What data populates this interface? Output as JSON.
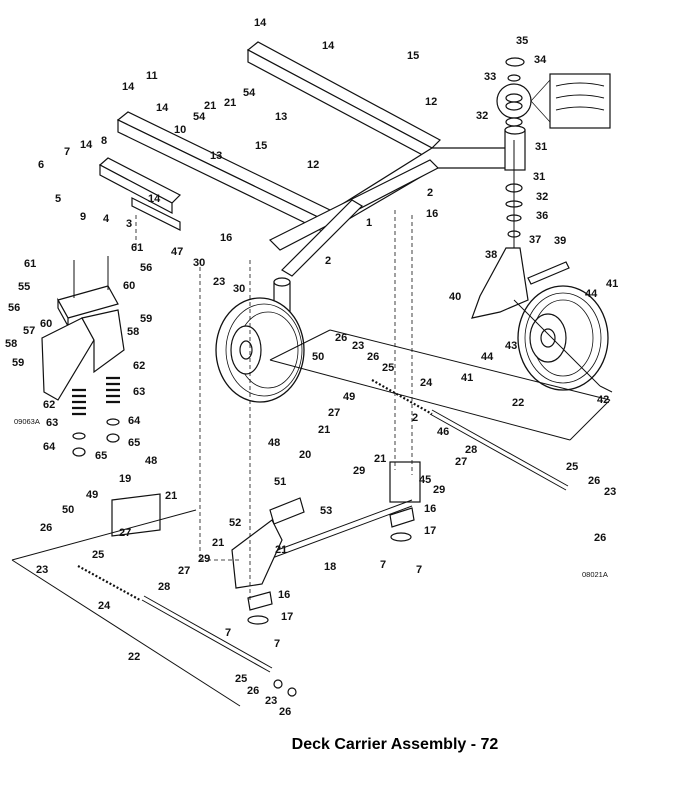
{
  "caption": "Deck Carrier Assembly - 72",
  "ref_codes": {
    "left": "09063A",
    "right": "08021A"
  },
  "callouts": [
    {
      "id": "c14a",
      "text": "14"
    },
    {
      "id": "c14b",
      "text": "14"
    },
    {
      "id": "c15a",
      "text": "15"
    },
    {
      "id": "c35",
      "text": "35"
    },
    {
      "id": "c34",
      "text": "34"
    },
    {
      "id": "c11",
      "text": "11"
    },
    {
      "id": "c14c",
      "text": "14"
    },
    {
      "id": "c21a",
      "text": "21"
    },
    {
      "id": "c21b",
      "text": "21"
    },
    {
      "id": "c54a",
      "text": "54"
    },
    {
      "id": "c12a",
      "text": "12"
    },
    {
      "id": "c33",
      "text": "33"
    },
    {
      "id": "c14d",
      "text": "14"
    },
    {
      "id": "c54b",
      "text": "54"
    },
    {
      "id": "c13a",
      "text": "13"
    },
    {
      "id": "c10",
      "text": "10"
    },
    {
      "id": "c32a",
      "text": "32"
    },
    {
      "id": "c7a",
      "text": "7"
    },
    {
      "id": "c14e",
      "text": "14"
    },
    {
      "id": "c8",
      "text": "8"
    },
    {
      "id": "c13b",
      "text": "13"
    },
    {
      "id": "c15b",
      "text": "15"
    },
    {
      "id": "c31a",
      "text": "31"
    },
    {
      "id": "c6",
      "text": "6"
    },
    {
      "id": "c12b",
      "text": "12"
    },
    {
      "id": "c31b",
      "text": "31"
    },
    {
      "id": "c2a",
      "text": "2"
    },
    {
      "id": "c5",
      "text": "5"
    },
    {
      "id": "c14f",
      "text": "14"
    },
    {
      "id": "c32b",
      "text": "32"
    },
    {
      "id": "c9",
      "text": "9"
    },
    {
      "id": "c4",
      "text": "4"
    },
    {
      "id": "c3",
      "text": "3"
    },
    {
      "id": "c16a",
      "text": "16"
    },
    {
      "id": "c36",
      "text": "36"
    },
    {
      "id": "c1",
      "text": "1"
    },
    {
      "id": "c37",
      "text": "37"
    },
    {
      "id": "c39",
      "text": "39"
    },
    {
      "id": "c16b",
      "text": "16"
    },
    {
      "id": "c47",
      "text": "47"
    },
    {
      "id": "c61a",
      "text": "61"
    },
    {
      "id": "c61b",
      "text": "61"
    },
    {
      "id": "c30a",
      "text": "30"
    },
    {
      "id": "c38",
      "text": "38"
    },
    {
      "id": "c2b",
      "text": "2"
    },
    {
      "id": "c56a",
      "text": "56"
    },
    {
      "id": "c23a",
      "text": "23"
    },
    {
      "id": "c30b",
      "text": "30"
    },
    {
      "id": "c41a",
      "text": "41"
    },
    {
      "id": "c55",
      "text": "55"
    },
    {
      "id": "c60a",
      "text": "60"
    },
    {
      "id": "c40",
      "text": "40"
    },
    {
      "id": "c44a",
      "text": "44"
    },
    {
      "id": "c56b",
      "text": "56"
    },
    {
      "id": "c60b",
      "text": "60"
    },
    {
      "id": "c59a",
      "text": "59"
    },
    {
      "id": "c58a",
      "text": "58"
    },
    {
      "id": "c57",
      "text": "57"
    },
    {
      "id": "c26a",
      "text": "26"
    },
    {
      "id": "c23b",
      "text": "23"
    },
    {
      "id": "c43",
      "text": "43"
    },
    {
      "id": "c58b",
      "text": "58"
    },
    {
      "id": "c50a",
      "text": "50"
    },
    {
      "id": "c26b",
      "text": "26"
    },
    {
      "id": "c44b",
      "text": "44"
    },
    {
      "id": "c62a",
      "text": "62"
    },
    {
      "id": "c59b",
      "text": "59"
    },
    {
      "id": "c25a",
      "text": "25"
    },
    {
      "id": "c41b",
      "text": "41"
    },
    {
      "id": "c24a",
      "text": "24"
    },
    {
      "id": "c63a",
      "text": "63"
    },
    {
      "id": "c49a",
      "text": "49"
    },
    {
      "id": "c42",
      "text": "42"
    },
    {
      "id": "c62b",
      "text": "62"
    },
    {
      "id": "c22a",
      "text": "22"
    },
    {
      "id": "c63b",
      "text": "63"
    },
    {
      "id": "c27a",
      "text": "27"
    },
    {
      "id": "c64a",
      "text": "64"
    },
    {
      "id": "c21c",
      "text": "21"
    },
    {
      "id": "c46",
      "text": "46"
    },
    {
      "id": "c2c",
      "text": "2"
    },
    {
      "id": "c48a",
      "text": "48"
    },
    {
      "id": "c64b",
      "text": "64"
    },
    {
      "id": "c65a",
      "text": "65"
    },
    {
      "id": "c28a",
      "text": "28"
    },
    {
      "id": "c65b",
      "text": "65"
    },
    {
      "id": "c20",
      "text": "20"
    },
    {
      "id": "c27b",
      "text": "27"
    },
    {
      "id": "c21d",
      "text": "21"
    },
    {
      "id": "c29a",
      "text": "29"
    },
    {
      "id": "c45",
      "text": "45"
    },
    {
      "id": "c29b",
      "text": "29"
    },
    {
      "id": "c25b",
      "text": "25"
    },
    {
      "id": "c19",
      "text": "19"
    },
    {
      "id": "c48b",
      "text": "48"
    },
    {
      "id": "c26c",
      "text": "26"
    },
    {
      "id": "c23c",
      "text": "23"
    },
    {
      "id": "c49b",
      "text": "49"
    },
    {
      "id": "c21e",
      "text": "21"
    },
    {
      "id": "c51",
      "text": "51"
    },
    {
      "id": "c16c",
      "text": "16"
    },
    {
      "id": "c53",
      "text": "53"
    },
    {
      "id": "c50b",
      "text": "50"
    },
    {
      "id": "c27c",
      "text": "27"
    },
    {
      "id": "c26d",
      "text": "26"
    },
    {
      "id": "c17a",
      "text": "17"
    },
    {
      "id": "c52",
      "text": "52"
    },
    {
      "id": "c21f",
      "text": "21"
    },
    {
      "id": "c23d",
      "text": "23"
    },
    {
      "id": "c21g",
      "text": "21"
    },
    {
      "id": "c25c",
      "text": "25"
    },
    {
      "id": "c26e",
      "text": "26"
    },
    {
      "id": "c29c",
      "text": "29"
    },
    {
      "id": "c18",
      "text": "18"
    },
    {
      "id": "c7b",
      "text": "7"
    },
    {
      "id": "c7c",
      "text": "7"
    },
    {
      "id": "c27d",
      "text": "27"
    },
    {
      "id": "c28b",
      "text": "28"
    },
    {
      "id": "c16d",
      "text": "16"
    },
    {
      "id": "c24b",
      "text": "24"
    },
    {
      "id": "c17b",
      "text": "17"
    },
    {
      "id": "c7d",
      "text": "7"
    },
    {
      "id": "c7e",
      "text": "7"
    },
    {
      "id": "c22b",
      "text": "22"
    },
    {
      "id": "c25d",
      "text": "25"
    },
    {
      "id": "c26f",
      "text": "26"
    },
    {
      "id": "c23e",
      "text": "23"
    },
    {
      "id": "c26g",
      "text": "26"
    }
  ]
}
